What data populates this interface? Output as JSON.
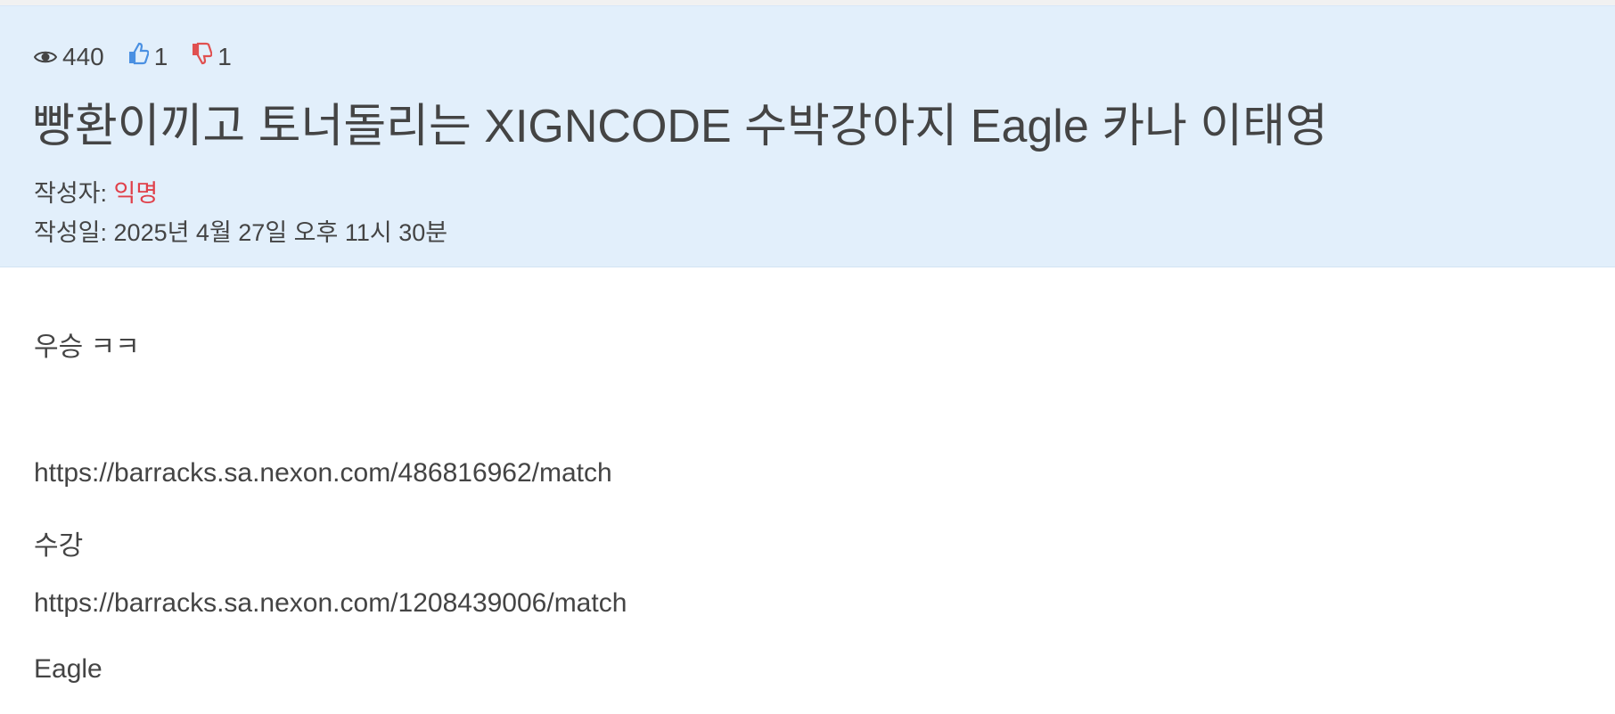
{
  "post": {
    "views": "440",
    "likes": "1",
    "dislikes": "1",
    "title": "빵환이끼고 토너돌리는 XIGNCODE 수박강아지 Eagle 카나 이태영",
    "author_label": "작성자: ",
    "author": "익명",
    "date_label": "작성일: ",
    "date": "2025년 4월 27일 오후 11시 30분",
    "body_lines": [
      "우승 ㅋㅋ",
      "https://barracks.sa.nexon.com/486816962/match",
      "수강",
      "https://barracks.sa.nexon.com/1208439006/match",
      "Eagle"
    ]
  },
  "colors": {
    "header_bg": "#e2effb",
    "like": "#4a90e2",
    "dislike": "#e05050",
    "author": "#e0404a"
  }
}
